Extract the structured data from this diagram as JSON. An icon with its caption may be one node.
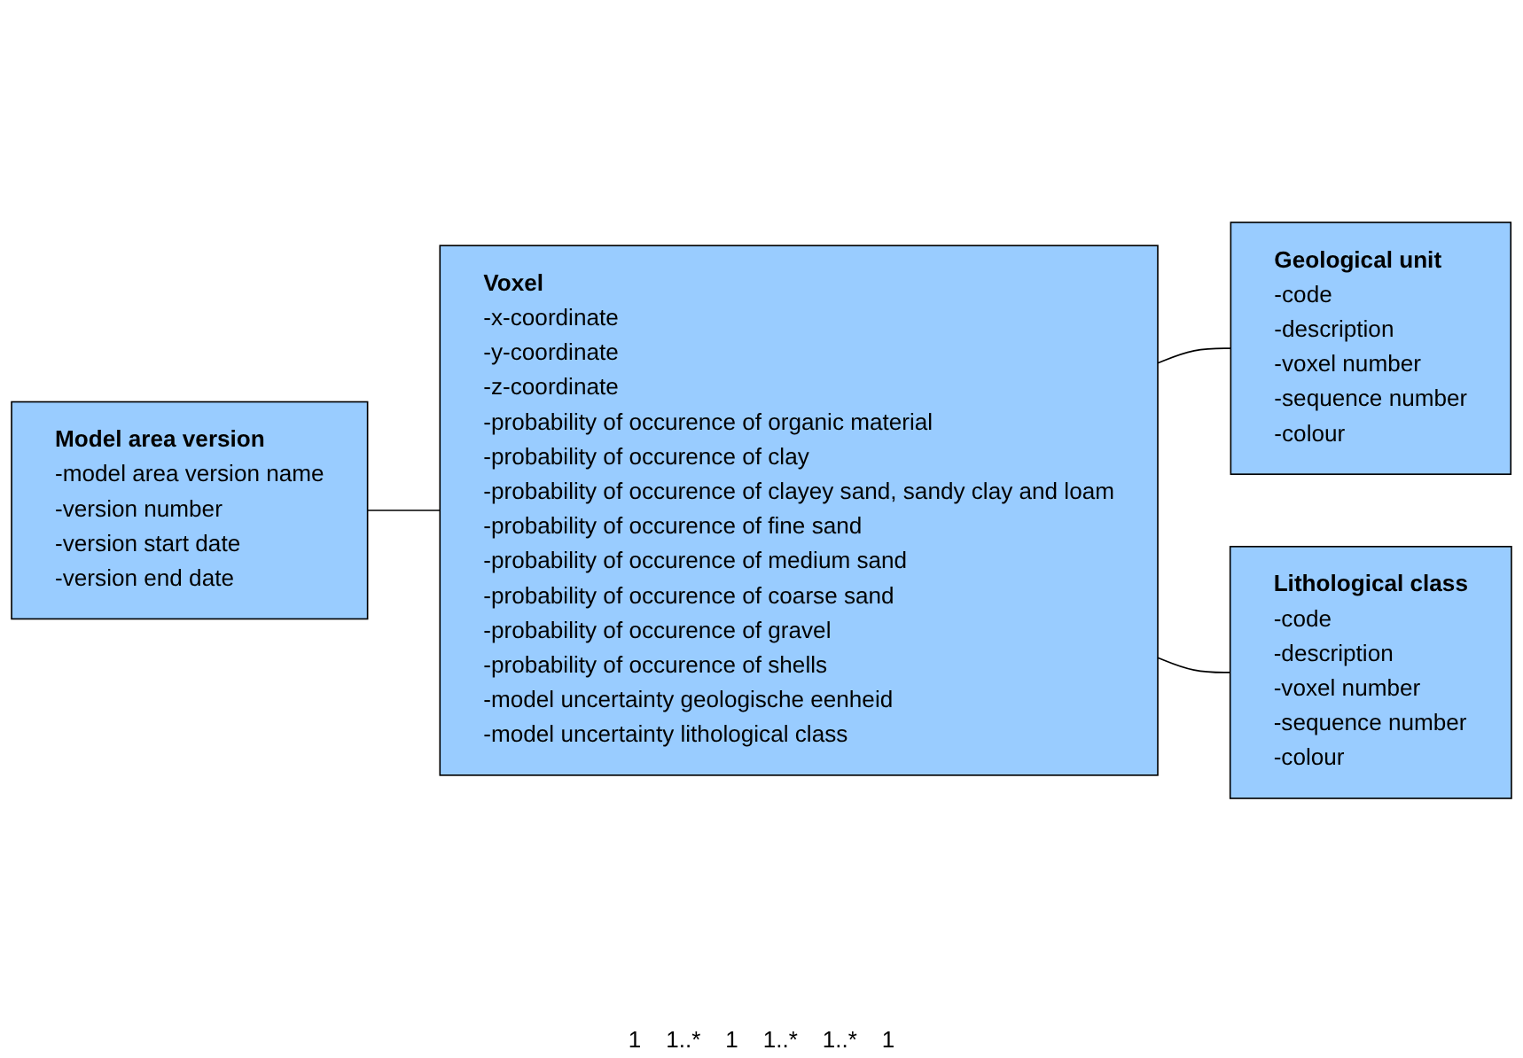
{
  "diagram": {
    "nodes": [
      {
        "text": [
          "Model area version",
          "-model area version name",
          "-version number",
          "-version start date",
          "-version end date"
        ]
      },
      {
        "text": [
          "Voxel",
          "-x-coordinate",
          "-y-coordinate",
          "-z-coordinate",
          "-probability of occurence of organic material",
          "-probability of occurence of clay",
          "-probability of occurence of clayey sand, sandy clay and loam",
          "-probability of occurence of fine sand",
          "-probability of occurence of medium sand",
          "-probability of occurence of coarse sand",
          "-probability of occurence of gravel",
          "-probability of occurence of shells",
          "-model uncertainty geologische eenheid",
          "-model uncertainty lithological class"
        ]
      },
      {
        "text": [
          "Geological unit",
          "-code",
          "-description",
          "-voxel number",
          "-sequence number",
          "-colour"
        ]
      },
      {
        "text": [
          "Lithological class",
          "-code",
          "-description",
          "-voxel number",
          "-sequence number",
          "-colour"
        ]
      }
    ],
    "edges": [
      {
        "from": 0,
        "to": 1,
        "arrow": "none"
      },
      {
        "from": 1,
        "to": 2,
        "arrow": "none"
      },
      {
        "from": 1,
        "to": 3,
        "arrow": "none"
      }
    ],
    "labels": [
      "1",
      "1..*",
      "1",
      "1..*",
      "1..*",
      "1"
    ]
  }
}
